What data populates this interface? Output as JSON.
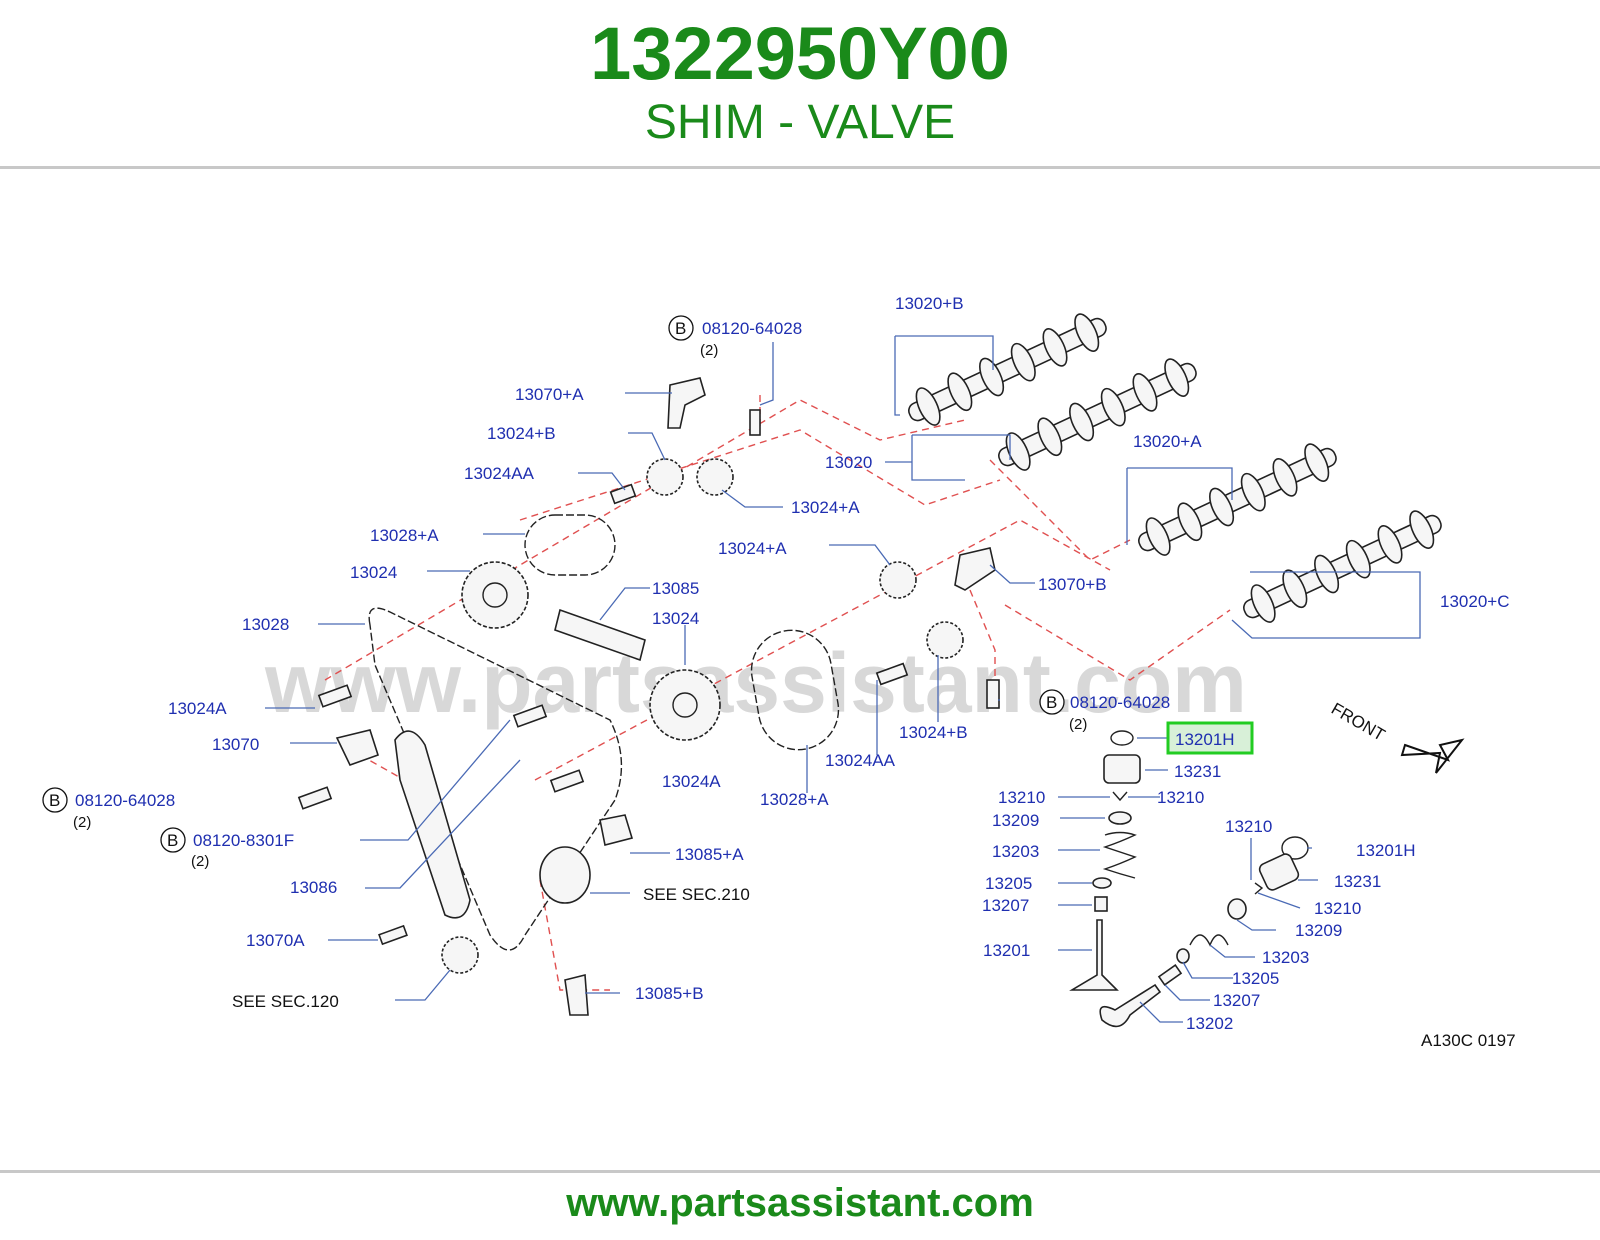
{
  "header": {
    "part_number": "1322950Y00",
    "part_name": "SHIM - VALVE"
  },
  "footer": {
    "url": "www.partsassistant.com"
  },
  "watermark": "www.partsassistant.com",
  "diagram_code": "A130C   0197",
  "front_label": "FRONT",
  "highlight_color": "#22cc22",
  "labels": {
    "l01": "08120-64028",
    "l02": "13020+B",
    "l03": "13070+A",
    "l04": "13024+B",
    "l05": "13024AA",
    "l06": "13020",
    "l07": "13024+A",
    "l08": "13020+A",
    "l09": "13028+A",
    "l10": "13024",
    "l11": "13024+A",
    "l12": "13085",
    "l13": "13070+B",
    "l14": "13028",
    "l15": "13024",
    "l16": "13020+C",
    "l17": "13024A",
    "l18": "08120-64028",
    "l19": "13024+B",
    "l20": "13070",
    "l21": "13024AA",
    "l22": "13201H",
    "l23": "13231",
    "l24": "08120-64028",
    "l25": "13024A",
    "l26": "13210",
    "l27": "13210",
    "l28": "13028+A",
    "l29": "13209",
    "l30": "08120-8301F",
    "l31": "13085+A",
    "l32": "13203",
    "l33": "13210",
    "l34": "13201H",
    "l35": "13086",
    "l36": "13205",
    "l37": "13231",
    "l38": "13207",
    "l39": "13210",
    "l40": "13070A",
    "l41": "13209",
    "l42": "13201",
    "l43": "13203",
    "l44": "13205",
    "l45": "13085+B",
    "l46": "13207",
    "l47": "13202"
  },
  "notes": {
    "see_210": "SEE   SEC.210",
    "see_120": "SEE   SEC.120"
  },
  "quantities": {
    "q1": "(2)",
    "q2": "(2)",
    "q3": "(2)",
    "q4": "(2)"
  },
  "markers": {
    "b1": "B",
    "b2": "B",
    "b3": "B",
    "b4": "B"
  }
}
